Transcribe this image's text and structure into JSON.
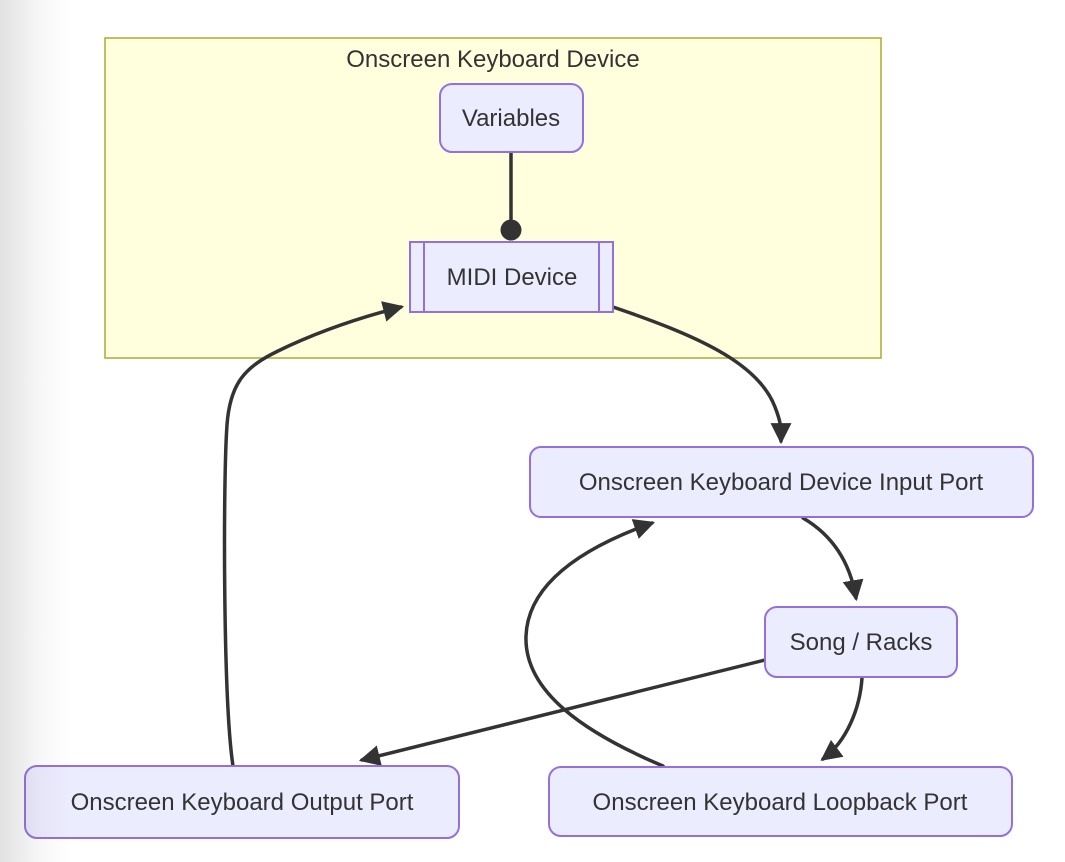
{
  "diagram": {
    "type": "flowchart",
    "direction": "top-down",
    "subgraph": {
      "title": "Onscreen Keyboard Device",
      "contains": [
        "Variables",
        "MIDI Device"
      ]
    },
    "nodes": {
      "variables": {
        "label": "Variables",
        "shape": "rounded-rect"
      },
      "midi_device": {
        "label": "MIDI Device",
        "shape": "subroutine"
      },
      "input_port": {
        "label": "Onscreen Keyboard Device Input Port",
        "shape": "rounded-rect"
      },
      "song_racks": {
        "label": "Song / Racks",
        "shape": "rounded-rect"
      },
      "output_port": {
        "label": "Onscreen Keyboard Output Port",
        "shape": "rounded-rect"
      },
      "loopback_port": {
        "label": "Onscreen Keyboard Loopback Port",
        "shape": "rounded-rect"
      }
    },
    "edges": [
      {
        "from": "Variables",
        "to": "MIDI Device",
        "terminal": "dot"
      },
      {
        "from": "MIDI Device",
        "to": "Onscreen Keyboard Device Input Port",
        "terminal": "arrow"
      },
      {
        "from": "Onscreen Keyboard Device Input Port",
        "to": "Song / Racks",
        "terminal": "arrow"
      },
      {
        "from": "Song / Racks",
        "to": "Onscreen Keyboard Loopback Port",
        "terminal": "arrow"
      },
      {
        "from": "Song / Racks",
        "to": "Onscreen Keyboard Output Port",
        "terminal": "arrow"
      },
      {
        "from": "Onscreen Keyboard Output Port",
        "to": "MIDI Device",
        "terminal": "arrow"
      },
      {
        "from": "Onscreen Keyboard Loopback Port",
        "to": "Onscreen Keyboard Device Input Port",
        "terminal": "arrow"
      }
    ],
    "colors": {
      "node_fill": "#ECECFF",
      "node_border": "#9370DB",
      "subgraph_fill": "#FFFFDE",
      "subgraph_border": "#AAAA33",
      "edge": "#333333",
      "text": "#333333",
      "background": "#FFFFFF"
    }
  }
}
